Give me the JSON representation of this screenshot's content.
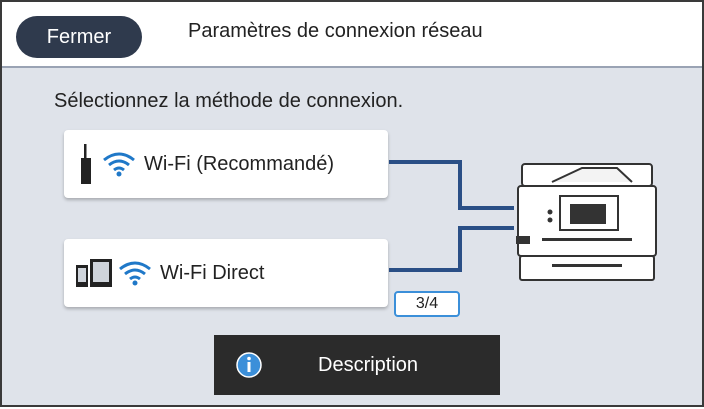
{
  "header": {
    "close_label": "Fermer",
    "title": "Paramètres de connexion réseau"
  },
  "instruction": "Sélectionnez la méthode de connexion.",
  "options": [
    {
      "label": "Wi-Fi (Recommandé)",
      "icon": "router-wifi-icon"
    },
    {
      "label": "Wi-Fi Direct",
      "icon": "devices-wifi-icon"
    }
  ],
  "page_indicator": "3/4",
  "description_button": {
    "label": "Description",
    "icon": "info-icon"
  },
  "colors": {
    "header_button": "#2f3a4d",
    "connector_lines": "#2a4f86",
    "page_indicator_border": "#3b8fd9",
    "info_icon": "#3b8fd9",
    "panel_background": "#dfe3ea"
  }
}
